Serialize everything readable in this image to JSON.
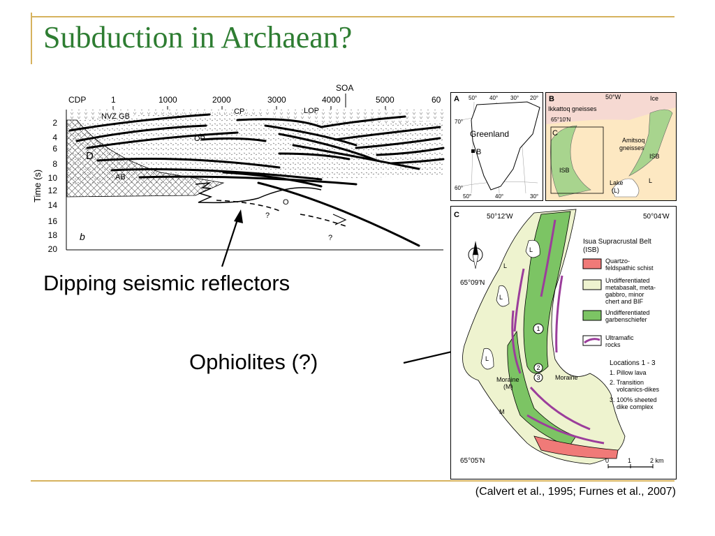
{
  "slide": {
    "title": "Subduction in Archaean?",
    "label_reflectors": "Dipping seismic reflectors",
    "label_ophiolites": "Ophiolites (?)",
    "citation": "(Calvert et al., 1995; Furnes et al., 2007)"
  },
  "seismic": {
    "ylabel": "Time (s)",
    "top_labels": [
      "CDP",
      "1",
      "1000",
      "2000",
      "3000",
      "4000",
      "SOA",
      "5000",
      "60"
    ],
    "y_ticks": [
      "2",
      "4",
      "6",
      "8",
      "10",
      "12",
      "14",
      "16",
      "18",
      "20"
    ],
    "unit_labels": [
      "NVZ GB",
      "CP",
      "LOP",
      "OP",
      "D",
      "AB",
      "O",
      "?",
      "?"
    ],
    "panel_letter": "b"
  },
  "map_a": {
    "letter": "A",
    "label": "Greenland",
    "marker": "B",
    "top_ticks": [
      "50°",
      "40°",
      "30°",
      "20°"
    ],
    "bottom_ticks": [
      "50°",
      "40°",
      "30°"
    ],
    "lat_ticks": [
      "70°",
      "60°"
    ]
  },
  "map_b": {
    "letter": "B",
    "labels": [
      "50°W",
      "Ice",
      "Ikkattoq gneisses",
      "65°10'N",
      "C",
      "Amitsoq",
      "gneisses",
      "ISB",
      "ISB",
      "Lake",
      "(L)",
      "L"
    ]
  },
  "map_c": {
    "letter": "C",
    "coords": [
      "50°12'W",
      "50°04'W",
      "65°09'N",
      "65°05'N"
    ],
    "legend_title": [
      "Isua Supracrustal Belt",
      "(ISB)"
    ],
    "legend_items": [
      {
        "text": [
          "Quartzo-",
          "feldspathic schist"
        ],
        "color": "#f07a78"
      },
      {
        "text": [
          "Undifferentiated",
          "metabasalt, meta-",
          "gabbro, minor",
          "chert and BIF"
        ],
        "color": "#eef3cf"
      },
      {
        "text": [
          "Undifferentiated",
          "garbenschiefer"
        ],
        "color": "#7cc464"
      },
      {
        "text": [
          "Ultramafic",
          "rocks"
        ],
        "color": "#9b3d9b"
      }
    ],
    "locations_title": "Locations 1 - 3",
    "locations": [
      [
        "1. Pillow lava"
      ],
      [
        "2. Transition",
        "volcanics-dikes"
      ],
      [
        "3. 100% sheeted",
        "dike complex"
      ]
    ],
    "map_labels": [
      "L",
      "L",
      "L",
      "L",
      "Moraine",
      "(M)",
      "Moraine",
      "M"
    ],
    "circle_labels": [
      "1",
      "2",
      "3"
    ],
    "scale": [
      "0",
      "1",
      "2 km"
    ]
  },
  "colors": {
    "title": "#2e7d32",
    "rule": "#d6b25e",
    "schist": "#f07a78",
    "metabasalt": "#eef3cf",
    "garbenschiefer": "#7cc464",
    "ultramafic": "#9b3d9b",
    "gneiss_bg": "#fde8c2",
    "ice_bg": "#f6d9d2"
  }
}
